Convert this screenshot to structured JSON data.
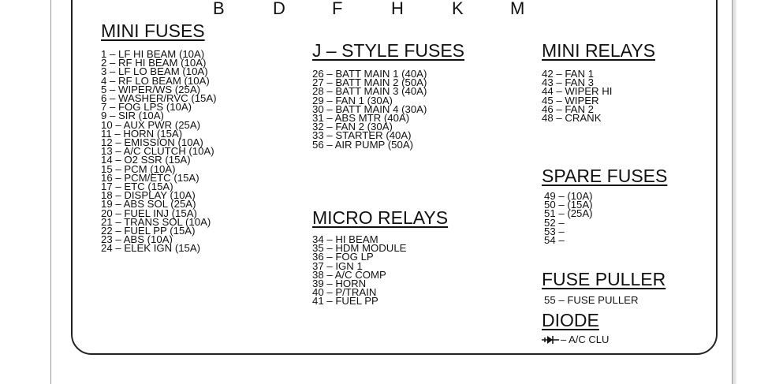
{
  "column_letters": [
    "B",
    "D",
    "F",
    "H",
    "K",
    "M"
  ],
  "mini_fuses": {
    "title": "MINI FUSES",
    "items": [
      "1 – LF HI BEAM (10A)",
      "2 – RF HI BEAM (10A)",
      "3 – LF LO BEAM (10A)",
      "4 – RF LO BEAM (10A)",
      "5 – WIPER/WS (25A)",
      "6 – WASHER/RVC (15A)",
      "7 – FOG LPS (10A)",
      "9 – SIR (10A)",
      "10 – AUX PWR (25A)",
      "11 – HORN (15A)",
      "12 – EMISSION (10A)",
      "13 – A/C CLUTCH (10A)",
      "14 – O2 SSR (15A)",
      "15 – PCM (10A)",
      "16 – PCM/ETC (15A)",
      "17 – ETC (15A)",
      "18 – DISPLAY (10A)",
      "19 – ABS SOL (25A)",
      "20 – FUEL INJ (15A)",
      "21 – TRANS SOL (10A)",
      "22 – FUEL PP (15A)",
      "23 – ABS (10A)",
      "24 – ELEK IGN (15A)"
    ]
  },
  "j_style_fuses": {
    "title": "J – STYLE FUSES",
    "items": [
      "26 – BATT MAIN 1 (40A)",
      "27 – BATT MAIN 2 (50A)",
      "28 – BATT MAIN 3 (40A)",
      "29 – FAN 1 (30A)",
      "30 – BATT MAIN 4 (30A)",
      "31 – ABS MTR (40A)",
      "32 – FAN 2 (30A)",
      "33 – STARTER (40A)",
      "56 – AIR PUMP (50A)"
    ]
  },
  "micro_relays": {
    "title": "MICRO RELAYS",
    "items": [
      "34 – HI BEAM",
      "35 – HDM MODULE",
      "36 – FOG LP",
      "37 – IGN 1",
      "38 – A/C COMP",
      "39 – HORN",
      "40 – P/TRAIN",
      "41 – FUEL PP"
    ]
  },
  "mini_relays": {
    "title": "MINI RELAYS",
    "items": [
      "42 – FAN 1",
      "43 – FAN 3",
      "44 – WIPER HI",
      "45 – WIPER",
      "46 – FAN 2",
      "48 – CRANK"
    ]
  },
  "spare_fuses": {
    "title": "SPARE FUSES",
    "items": [
      "49 – (10A)",
      "50 – (15A)",
      "51 – (25A)",
      "52 –",
      "53 –",
      "54 –"
    ]
  },
  "fuse_puller": {
    "title": "FUSE PULLER",
    "items": [
      "55 – FUSE PULLER"
    ]
  },
  "diode": {
    "title": "DIODE",
    "label": "– A/C CLU",
    "icon": "diode-symbol-icon"
  }
}
